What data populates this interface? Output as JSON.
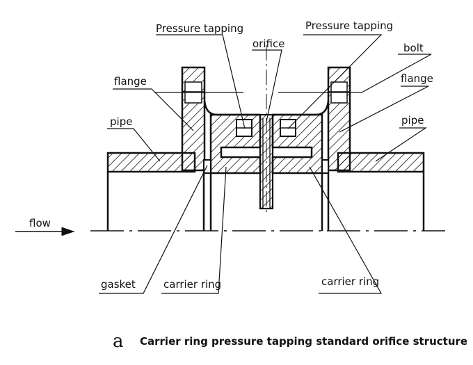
{
  "labels": {
    "pressure_tapping_left": "Pressure tapping",
    "pressure_tapping_right": "Pressure tapping",
    "orifice": "orifice",
    "bolt": "bolt",
    "flange_left": "flange",
    "flange_right": "flange",
    "pipe_left": "pipe",
    "pipe_right": "pipe",
    "flow": "flow",
    "gasket": "gasket",
    "carrier_ring_left": "carrier ring",
    "carrier_ring_right": "carrier ring"
  },
  "caption": {
    "letter": "a",
    "text": "Carrier ring pressure tapping standard orifice structure"
  }
}
